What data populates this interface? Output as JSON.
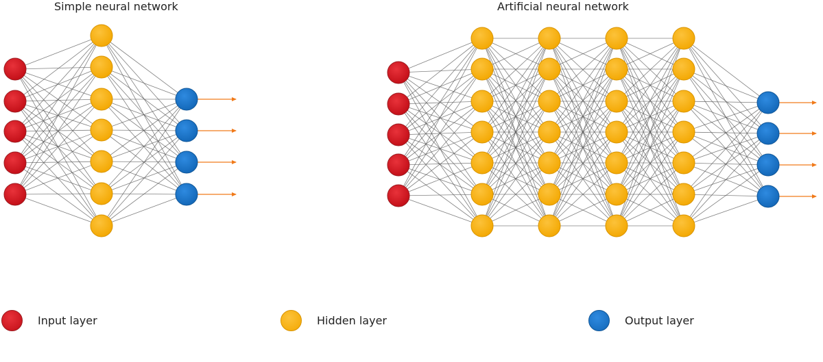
{
  "titles": {
    "simple": "Simple neural network",
    "artificial": "Artificial neural network"
  },
  "legend": {
    "input": "Input layer",
    "hidden": "Hidden layer",
    "output": "Output layer"
  },
  "colors": {
    "input": "#d0111b",
    "hidden": "#f9b208",
    "output": "#1874c8",
    "edge": "#555555",
    "arrow": "#f07a1a"
  },
  "networks": [
    {
      "name": "simple",
      "layers": [
        {
          "type": "input",
          "nodes": 5
        },
        {
          "type": "hidden",
          "nodes": 7
        },
        {
          "type": "output",
          "nodes": 4
        }
      ],
      "output_arrows": 4
    },
    {
      "name": "artificial",
      "layers": [
        {
          "type": "input",
          "nodes": 5
        },
        {
          "type": "hidden",
          "nodes": 7
        },
        {
          "type": "hidden",
          "nodes": 7
        },
        {
          "type": "hidden",
          "nodes": 7
        },
        {
          "type": "hidden",
          "nodes": 7
        },
        {
          "type": "output",
          "nodes": 4
        }
      ],
      "output_arrows": 4
    }
  ]
}
